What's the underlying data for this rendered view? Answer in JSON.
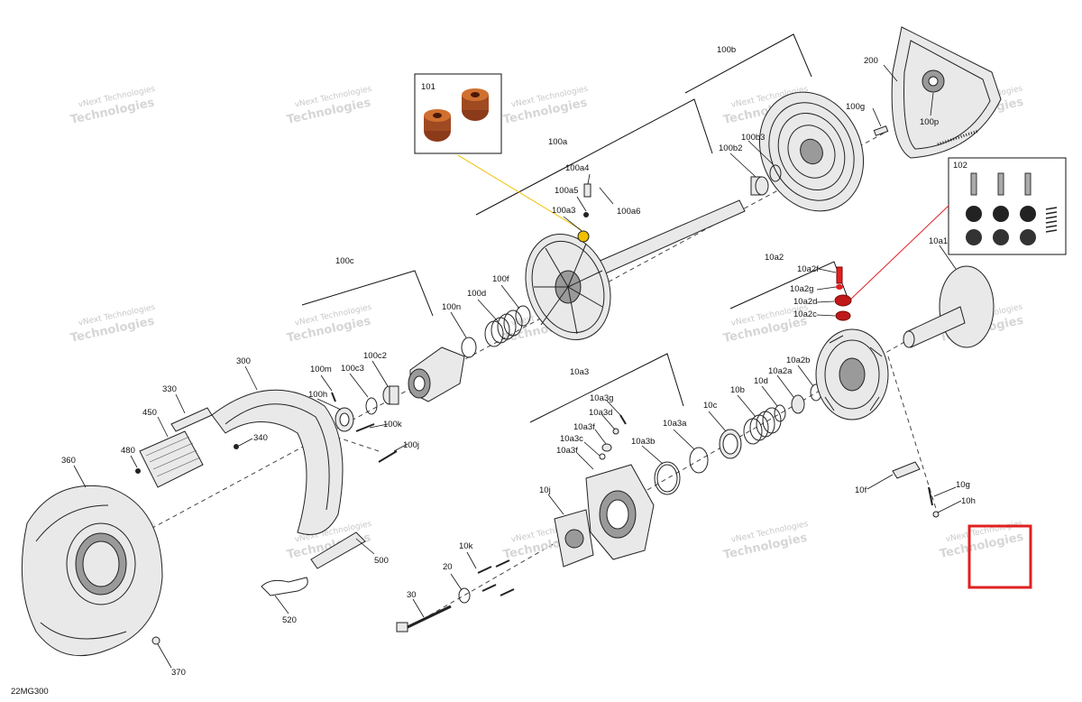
{
  "diagram_id": "22MG300",
  "watermark": {
    "line1": "vNext Technologies",
    "line2": "Technologies"
  },
  "callouts": {
    "p101": "101",
    "p102": "102",
    "p100a": "100a",
    "p100a4": "100a4",
    "p100a5": "100a5",
    "p100a6": "100a6",
    "p100a3": "100a3",
    "p100b": "100b",
    "p100b2": "100b2",
    "p100b3": "100b3",
    "p200": "200",
    "p100g": "100g",
    "p100p": "100p",
    "p100c": "100c",
    "p100n": "100n",
    "p100d": "100d",
    "p100f": "100f",
    "p100m": "100m",
    "p100c3": "100c3",
    "p100c2": "100c2",
    "p100h": "100h",
    "p100k": "100k",
    "p100j": "100j",
    "p300": "300",
    "p330": "330",
    "p450": "450",
    "p340": "340",
    "p480": "480",
    "p360": "360",
    "p370": "370",
    "p500": "500",
    "p520": "520",
    "p10a3": "10a3",
    "p10a3g": "10a3g",
    "p10a3d": "10a3d",
    "p10a3f_a": "10a3f",
    "p10a3c": "10a3c",
    "p10a3f_b": "10a3f",
    "p10a3b": "10a3b",
    "p10a3a": "10a3a",
    "p10j": "10j",
    "p10k": "10k",
    "p20": "20",
    "p30": "30",
    "p10c": "10c",
    "p10b": "10b",
    "p10d": "10d",
    "p10a2a": "10a2a",
    "p10a2b": "10a2b",
    "p10a2": "10a2",
    "p10a2f": "10a2f",
    "p10a2g": "10a2g",
    "p10a2d": "10a2d",
    "p10a2c": "10a2c",
    "p10a1": "10a1",
    "p10f": "10f",
    "p10g": "10g",
    "p10h": "10h"
  },
  "colors": {
    "highlight_red": "#e02020",
    "highlight_yellow": "#f0c000",
    "spacer_brown": "#8b3a1a",
    "spacer_orange": "#d07030"
  }
}
